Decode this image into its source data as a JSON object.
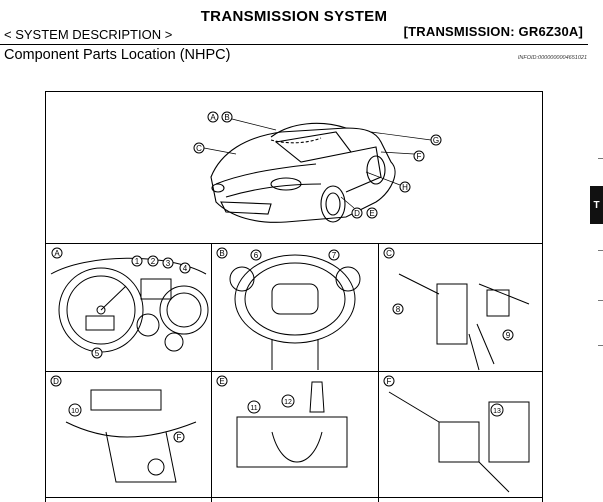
{
  "header": {
    "title": "TRANSMISSION SYSTEM",
    "nav_link": "< SYSTEM DESCRIPTION >",
    "section_code": "[TRANSMISSION: GR6Z30A]"
  },
  "page": {
    "subtitle": "Component Parts Location (NHPC)",
    "info_id": "INFOID:0000000004651021"
  },
  "side_tab": {
    "label": "T"
  },
  "figure": {
    "top_callouts": [
      "A",
      "B",
      "C",
      "D",
      "E",
      "F",
      "G",
      "H"
    ],
    "panels": [
      {
        "letter": "A",
        "callouts": [
          "1",
          "2",
          "3",
          "4",
          "5"
        ]
      },
      {
        "letter": "B",
        "callouts": [
          "6",
          "7"
        ]
      },
      {
        "letter": "C",
        "callouts": [
          "8",
          "9"
        ]
      },
      {
        "letter": "D",
        "callouts": [
          "10"
        ]
      },
      {
        "letter": "E",
        "callouts": [
          "11",
          "12"
        ]
      },
      {
        "letter": "F",
        "callouts": [
          "13"
        ]
      }
    ]
  }
}
